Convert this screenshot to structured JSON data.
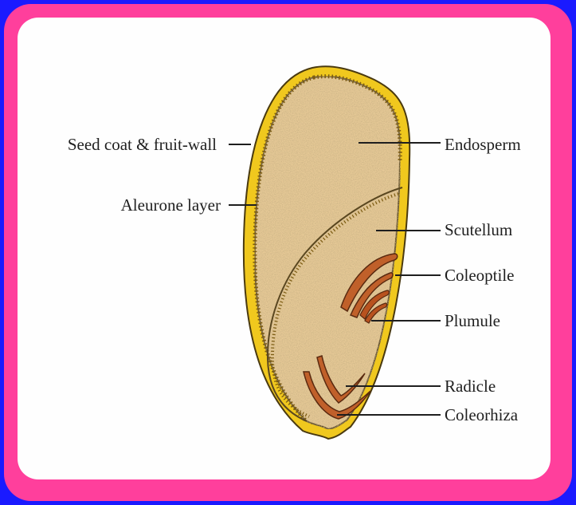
{
  "diagram": {
    "labels": {
      "seed_coat": "Seed coat & fruit-wall",
      "aleurone": "Aleurone layer",
      "endosperm": "Endosperm",
      "scutellum": "Scutellum",
      "coleoptile": "Coleoptile",
      "plumule": "Plumule",
      "radicle": "Radicle",
      "coleorhiza": "Coleorhiza"
    },
    "colors": {
      "frame_outer": "#1a1aff",
      "frame_border": "#ff3f9c",
      "seed_fill": "#e6c996",
      "seed_coat": "#f0c81e",
      "embryo": "#b8521e"
    }
  }
}
